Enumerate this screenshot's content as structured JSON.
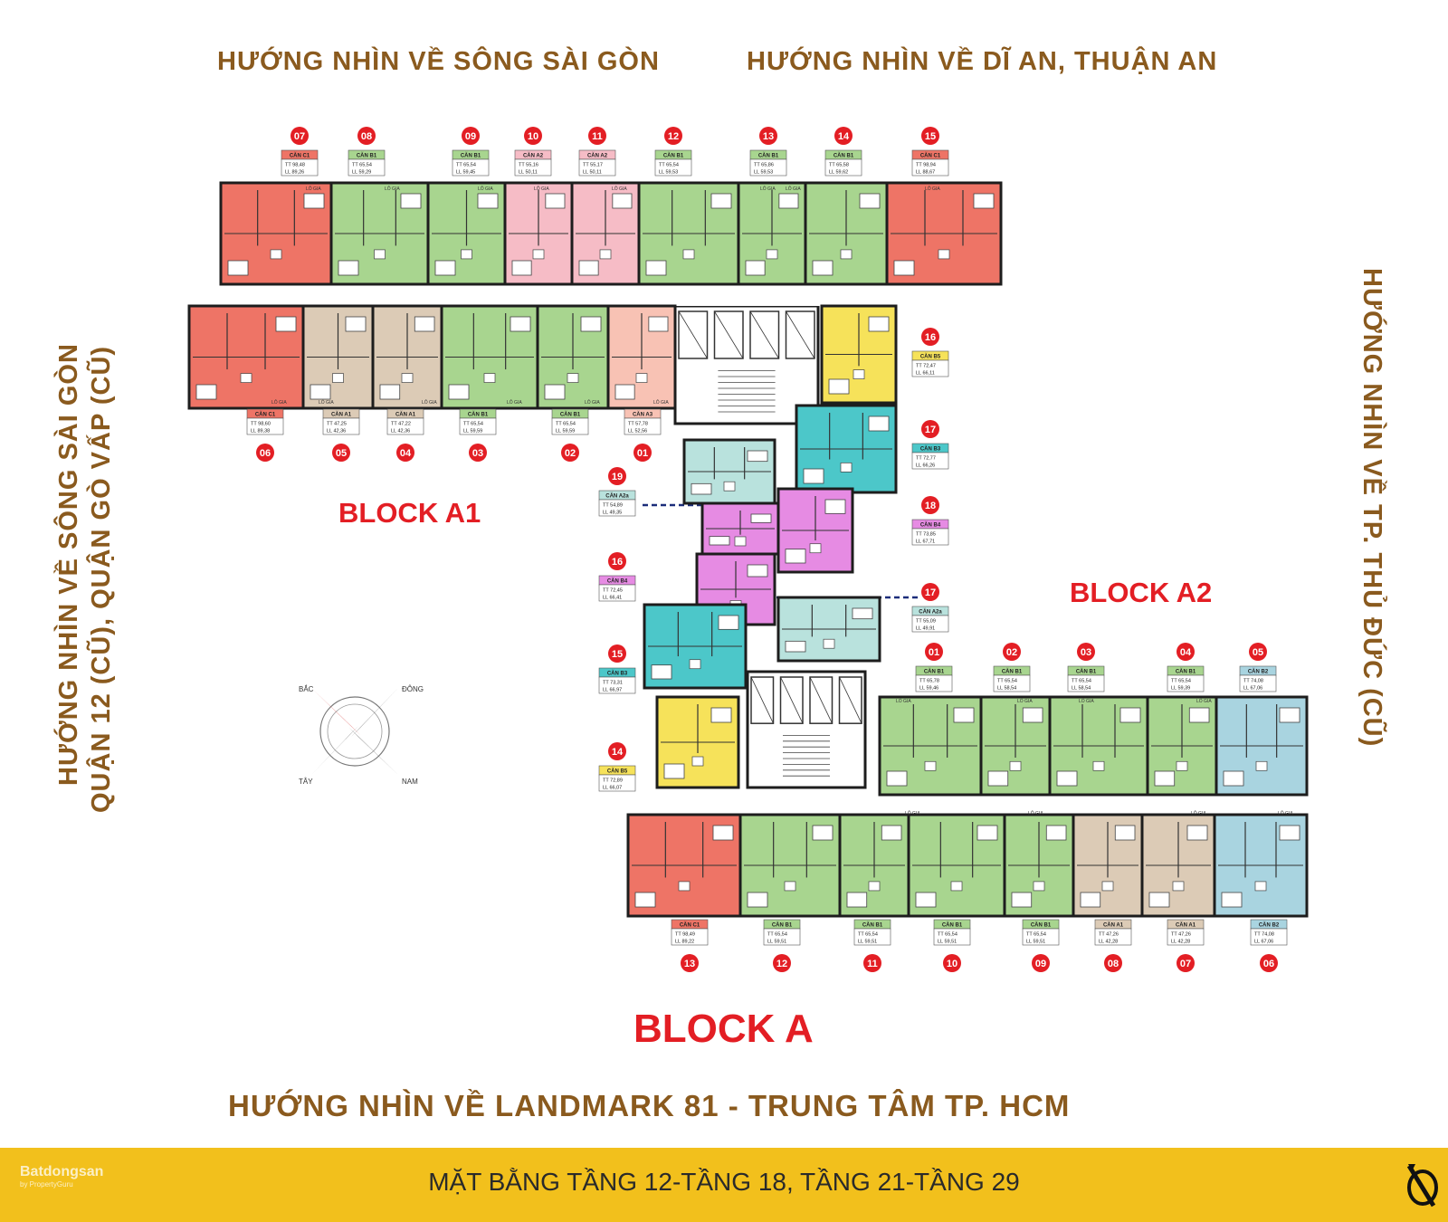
{
  "views": {
    "top_left": "HƯỚNG NHÌN VỀ SÔNG SÀI GÒN",
    "top_right": "HƯỚNG NHÌN VỀ DĨ AN, THUẬN AN",
    "left_line1": "HƯỚNG NHÌN VỀ SÔNG SÀI GÒN",
    "left_line2": "QUẬN 12 (CŨ), QUẬN GÒ VẤP (CŨ)",
    "right": "HƯỚNG NHÌN VỀ TP. THỦ ĐỨC (CŨ)",
    "bottom": "HƯỚNG NHÌN VỀ LANDMARK 81 - TRUNG TÂM TP. HCM"
  },
  "blocks": {
    "a1": "BLOCK A1",
    "a2": "BLOCK A2",
    "a": "BLOCK A"
  },
  "footer": {
    "title": "MẶT BẰNG TẦNG 12-TẦNG 18, TẦNG 21-TẦNG 29",
    "watermark": "Batdongsan",
    "watermark_sub": "by PropertyGuru"
  },
  "compass": {
    "n": "BẮC",
    "e": "ĐÔNG",
    "w": "TÂY",
    "s": "NAM"
  },
  "balcony_label": "LÔ GIA",
  "colors": {
    "C1": "#ee7466",
    "B1": "#a8d58f",
    "A2": "#f6bcc6",
    "A3": "#f8c2b4",
    "A1": "#dccbb6",
    "B5": "#f6e25a",
    "B3": "#4cc7c9",
    "A2a": "#b9e2dd",
    "B4": "#e68be3",
    "B2": "#a9d4e0",
    "title_brown": "#8a5a1e",
    "block_red": "#e31e24",
    "footer_yellow": "#f2c01c",
    "badge_red": "#e31e24"
  },
  "units": [
    {
      "no": "07",
      "type": "CĂN C1",
      "tt": "98,48",
      "ll": "89,26"
    },
    {
      "no": "08",
      "type": "CĂN B1",
      "tt": "65,54",
      "ll": "59,29"
    },
    {
      "no": "09",
      "type": "CĂN B1",
      "tt": "65,54",
      "ll": "59,45"
    },
    {
      "no": "10",
      "type": "CĂN A2",
      "tt": "55,16",
      "ll": "50,11"
    },
    {
      "no": "11",
      "type": "CĂN A2",
      "tt": "55,17",
      "ll": "50,11"
    },
    {
      "no": "12",
      "type": "CĂN B1",
      "tt": "65,54",
      "ll": "59,53"
    },
    {
      "no": "13",
      "type": "CĂN B1",
      "tt": "65,86",
      "ll": "59,53"
    },
    {
      "no": "14",
      "type": "CĂN B1",
      "tt": "65,58",
      "ll": "59,62"
    },
    {
      "no": "15",
      "type": "CĂN C1",
      "tt": "98,94",
      "ll": "88,67"
    },
    {
      "no": "06",
      "type": "CĂN C1",
      "tt": "98,60",
      "ll": "89,38"
    },
    {
      "no": "05",
      "type": "CĂN A1",
      "tt": "47,25",
      "ll": "42,36"
    },
    {
      "no": "04",
      "type": "CĂN A1",
      "tt": "47,22",
      "ll": "42,36"
    },
    {
      "no": "03",
      "type": "CĂN B1",
      "tt": "65,54",
      "ll": "59,59"
    },
    {
      "no": "02",
      "type": "CĂN B1",
      "tt": "65,54",
      "ll": "59,59"
    },
    {
      "no": "01",
      "type": "CĂN A3",
      "tt": "57,78",
      "ll": "52,56"
    },
    {
      "no": "16",
      "type": "CĂN B5",
      "tt": "72,47",
      "ll": "66,11"
    },
    {
      "no": "17",
      "type": "CĂN B3",
      "tt": "72,77",
      "ll": "66,26"
    },
    {
      "no": "18",
      "type": "CĂN B4",
      "tt": "73,85",
      "ll": "67,71"
    },
    {
      "no": "17",
      "type": "CĂN A2a",
      "tt": "55,09",
      "ll": "49,91"
    },
    {
      "no": "19",
      "type": "CĂN A2a",
      "tt": "54,89",
      "ll": "49,35"
    },
    {
      "no": "16",
      "type": "CĂN B4",
      "tt": "72,45",
      "ll": "66,41"
    },
    {
      "no": "15",
      "type": "CĂN B3",
      "tt": "73,31",
      "ll": "66,97"
    },
    {
      "no": "14",
      "type": "CĂN B5",
      "tt": "72,89",
      "ll": "66,07"
    },
    {
      "no": "01",
      "type": "CĂN B1",
      "tt": "65,78",
      "ll": "59,46"
    },
    {
      "no": "02",
      "type": "CĂN B1",
      "tt": "65,54",
      "ll": "58,54"
    },
    {
      "no": "03",
      "type": "CĂN B1",
      "tt": "65,54",
      "ll": "58,54"
    },
    {
      "no": "04",
      "type": "CĂN B1",
      "tt": "65,54",
      "ll": "59,39"
    },
    {
      "no": "05",
      "type": "CĂN B2",
      "tt": "74,08",
      "ll": "67,06"
    },
    {
      "no": "13",
      "type": "CĂN C1",
      "tt": "98,49",
      "ll": "89,22"
    },
    {
      "no": "12",
      "type": "CĂN B1",
      "tt": "65,54",
      "ll": "59,51"
    },
    {
      "no": "11",
      "type": "CĂN B1",
      "tt": "65,54",
      "ll": "59,51"
    },
    {
      "no": "10",
      "type": "CĂN B1",
      "tt": "65,54",
      "ll": "59,51"
    },
    {
      "no": "09",
      "type": "CĂN B1",
      "tt": "65,54",
      "ll": "59,51"
    },
    {
      "no": "08",
      "type": "CĂN A1",
      "tt": "47,26",
      "ll": "42,28"
    },
    {
      "no": "07",
      "type": "CĂN A1",
      "tt": "47,26",
      "ll": "42,28"
    },
    {
      "no": "06",
      "type": "CĂN B2",
      "tt": "74,08",
      "ll": "67,06"
    }
  ]
}
